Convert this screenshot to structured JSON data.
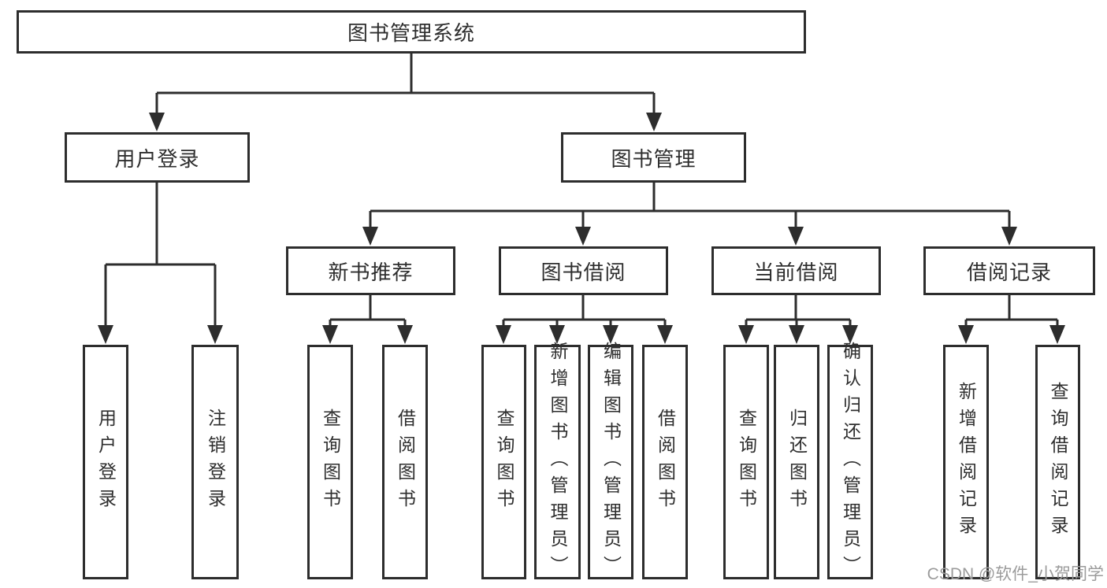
{
  "tree": {
    "root": {
      "label": "图书管理系统"
    },
    "user_login": {
      "label": "用户登录",
      "children": [
        {
          "label": "用户登录"
        },
        {
          "label": "注销登录"
        }
      ]
    },
    "book_management": {
      "label": "图书管理",
      "sections": [
        {
          "label": "新书推荐",
          "children": [
            {
              "label": "查询图书"
            },
            {
              "label": "借阅图书"
            }
          ]
        },
        {
          "label": "图书借阅",
          "children": [
            {
              "label": "查询图书"
            },
            {
              "label": "新增图书（管理员）"
            },
            {
              "label": "编辑图书（管理员）"
            },
            {
              "label": "借阅图书"
            }
          ]
        },
        {
          "label": "当前借阅",
          "children": [
            {
              "label": "查询图书"
            },
            {
              "label": "归还图书"
            },
            {
              "label": "确认归还（管理员）"
            }
          ]
        },
        {
          "label": "借阅记录",
          "children": [
            {
              "label": "新增借阅记录"
            },
            {
              "label": "查询借阅记录"
            }
          ]
        }
      ]
    }
  },
  "watermark": {
    "text": "CSDN @软件_小贺同学"
  },
  "colors": {
    "line": "#2d2d2d",
    "box_border": "#2d2d2d",
    "text": "#2e2e2e",
    "watermark_text": "#9b9b9b",
    "background": "#ffffff"
  }
}
